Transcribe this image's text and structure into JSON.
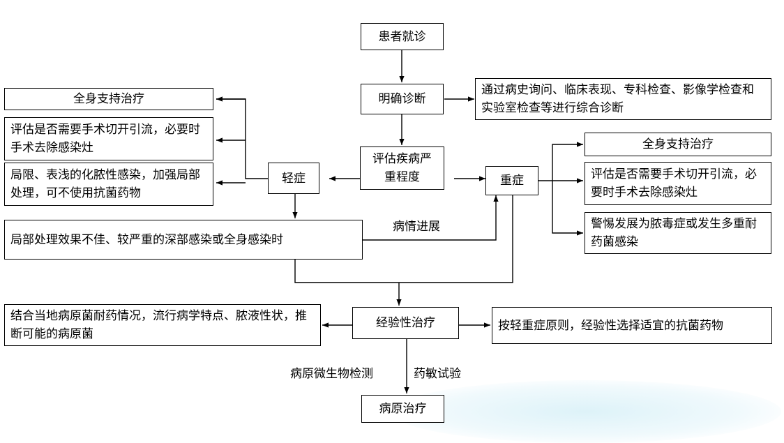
{
  "nodes": {
    "visit": "患者就诊",
    "diagnose": "明确诊断",
    "diagnose_note": "通过病史询问、临床表现、专科检查、影像学检查和实验室检查等进行综合诊断",
    "assess": "评估疾病严重程度",
    "mild": "轻症",
    "severe": "重症",
    "mild_support": "全身支持治疗",
    "mild_surgery": "评估是否需要手术切开引流，必要时手术去除感染灶",
    "mild_local": "局限、表浅的化脓性感染，加强局部处理，可不使用抗菌药物",
    "mild_escalate": "局部处理效果不佳、较严重的深部感染或全身感染时",
    "severe_support": "全身支持治疗",
    "severe_surgery": "评估是否需要手术切开引流，必要时手术去除感染灶",
    "severe_warning": "警惕发展为脓毒症或发生多重耐药菌感染",
    "empiric": "经验性治疗",
    "empiric_left": "结合当地病原菌耐药情况，流行病学特点、脓液性状，推断可能的病原菌",
    "empiric_right": "按轻重症原则，经验性选择适宜的抗菌药物",
    "pathogen": "病原治疗"
  },
  "edge_labels": {
    "progression": "病情进展",
    "micro_test": "病原微生物检测",
    "sensitivity_test": "药敏试验"
  }
}
